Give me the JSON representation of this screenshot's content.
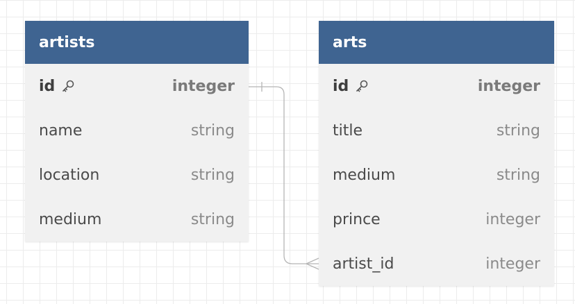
{
  "colors": {
    "header_bg": "#3f6491",
    "table_bg": "#f1f1f1",
    "connector": "#b5b5b5"
  },
  "tables": [
    {
      "name": "artists",
      "columns": [
        {
          "name": "id",
          "type": "integer",
          "primary_key": true,
          "icon": "key-icon"
        },
        {
          "name": "name",
          "type": "string"
        },
        {
          "name": "location",
          "type": "string"
        },
        {
          "name": "medium",
          "type": "string"
        }
      ]
    },
    {
      "name": "arts",
      "columns": [
        {
          "name": "id",
          "type": "integer",
          "primary_key": true,
          "icon": "key-icon"
        },
        {
          "name": "title",
          "type": "string"
        },
        {
          "name": "medium",
          "type": "string"
        },
        {
          "name": "prince",
          "type": "integer"
        },
        {
          "name": "artist_id",
          "type": "integer"
        }
      ]
    }
  ],
  "relations": [
    {
      "from": "artists.id",
      "to": "arts.artist_id",
      "from_cardinality": "one",
      "to_cardinality": "many"
    }
  ]
}
